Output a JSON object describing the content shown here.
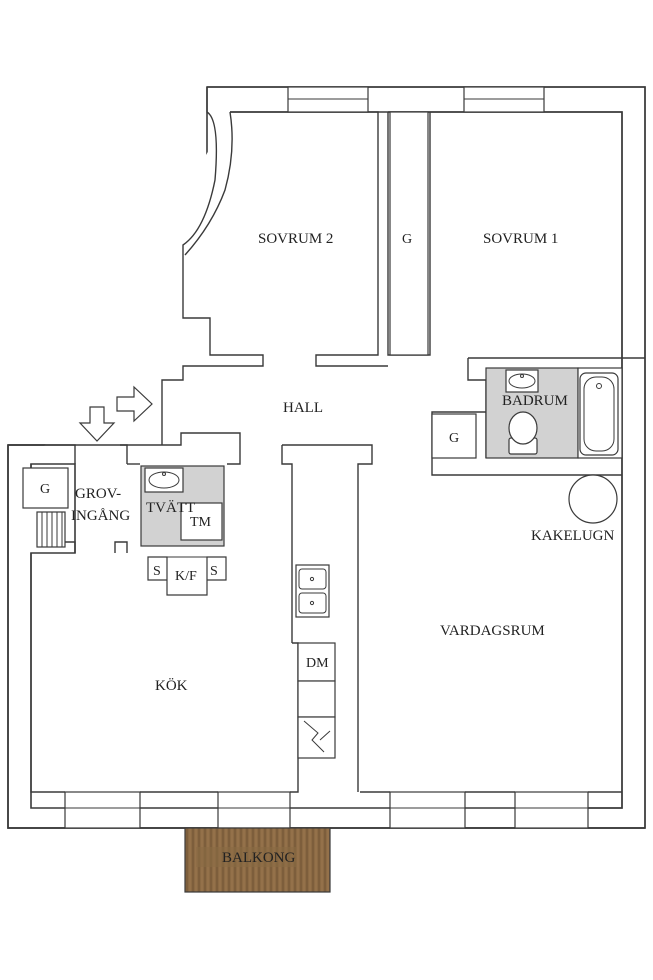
{
  "rooms": {
    "sovrum2": "SOVRUM 2",
    "sovrum1": "SOVRUM 1",
    "hall": "HALL",
    "badrum": "BADRUM",
    "grovingang_1": "GROV-",
    "grovingang_2": "INGÅNG",
    "tvatt": "TVÄTT",
    "kok": "KÖK",
    "vardagsrum": "VARDAGSRUM",
    "kakelugn": "KAKELUGN",
    "balkong": "BALKONG"
  },
  "fixtures": {
    "garderob": "G",
    "tm": "TM",
    "kf": "K/F",
    "s": "S",
    "dm": "DM"
  },
  "colors": {
    "wall": "#3a3a3a",
    "wet_area": "#d2d2d2",
    "balcony": "#8b6a44"
  }
}
